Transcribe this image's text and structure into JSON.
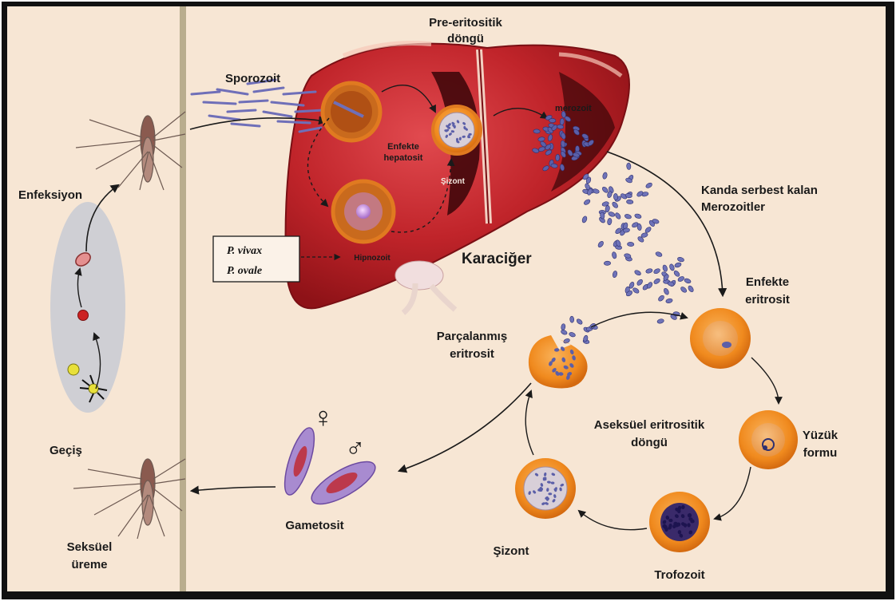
{
  "labels": {
    "pre_cycle_line1": "Pre-eritositik",
    "pre_cycle_line2": "döngü",
    "sporozoit": "Sporozoit",
    "merozoit": "merozoit",
    "enfekte_hepatosit_line1": "Enfekte",
    "enfekte_hepatosit_line2": "hepatosit",
    "sizont_liver": "Şizont",
    "hipnozoit": "Hipnozoit",
    "karaciger": "Karaciğer",
    "kanda_line1": "Kanda serbest kalan",
    "kanda_line2": "Merozoitler",
    "enfekte_eritrosit_line1": "Enfekte",
    "enfekte_eritrosit_line2": "eritrosit",
    "parcalanmis_line1": "Parçalanmış",
    "parcalanmis_line2": "eritrosit",
    "aseksuel_line1": "Aseksüel eritrositik",
    "aseksuel_line2": "döngü",
    "yuzuk_line1": "Yüzük",
    "yuzuk_line2": "formu",
    "trofozoit": "Trofozoit",
    "sizont_blood": "Şizont",
    "gametosit": "Gametosit",
    "enfeksiyon": "Enfeksiyon",
    "gecis": "Geçiş",
    "seksuel_line1": "Seksüel",
    "seksuel_line2": "üreme",
    "species_1": "P. vivax",
    "species_2": "P. ovale",
    "female_symbol": "♀",
    "male_symbol": "♂"
  },
  "colors": {
    "background": "#f7e6d4",
    "liver": "#c0242a",
    "liver_dark": "#7a0f14",
    "cell_orange": "#f08a1e",
    "parasite_blue": "#5b5fa8",
    "panel_grey": "#cfcfd4",
    "divider": "#b9ad8e"
  }
}
